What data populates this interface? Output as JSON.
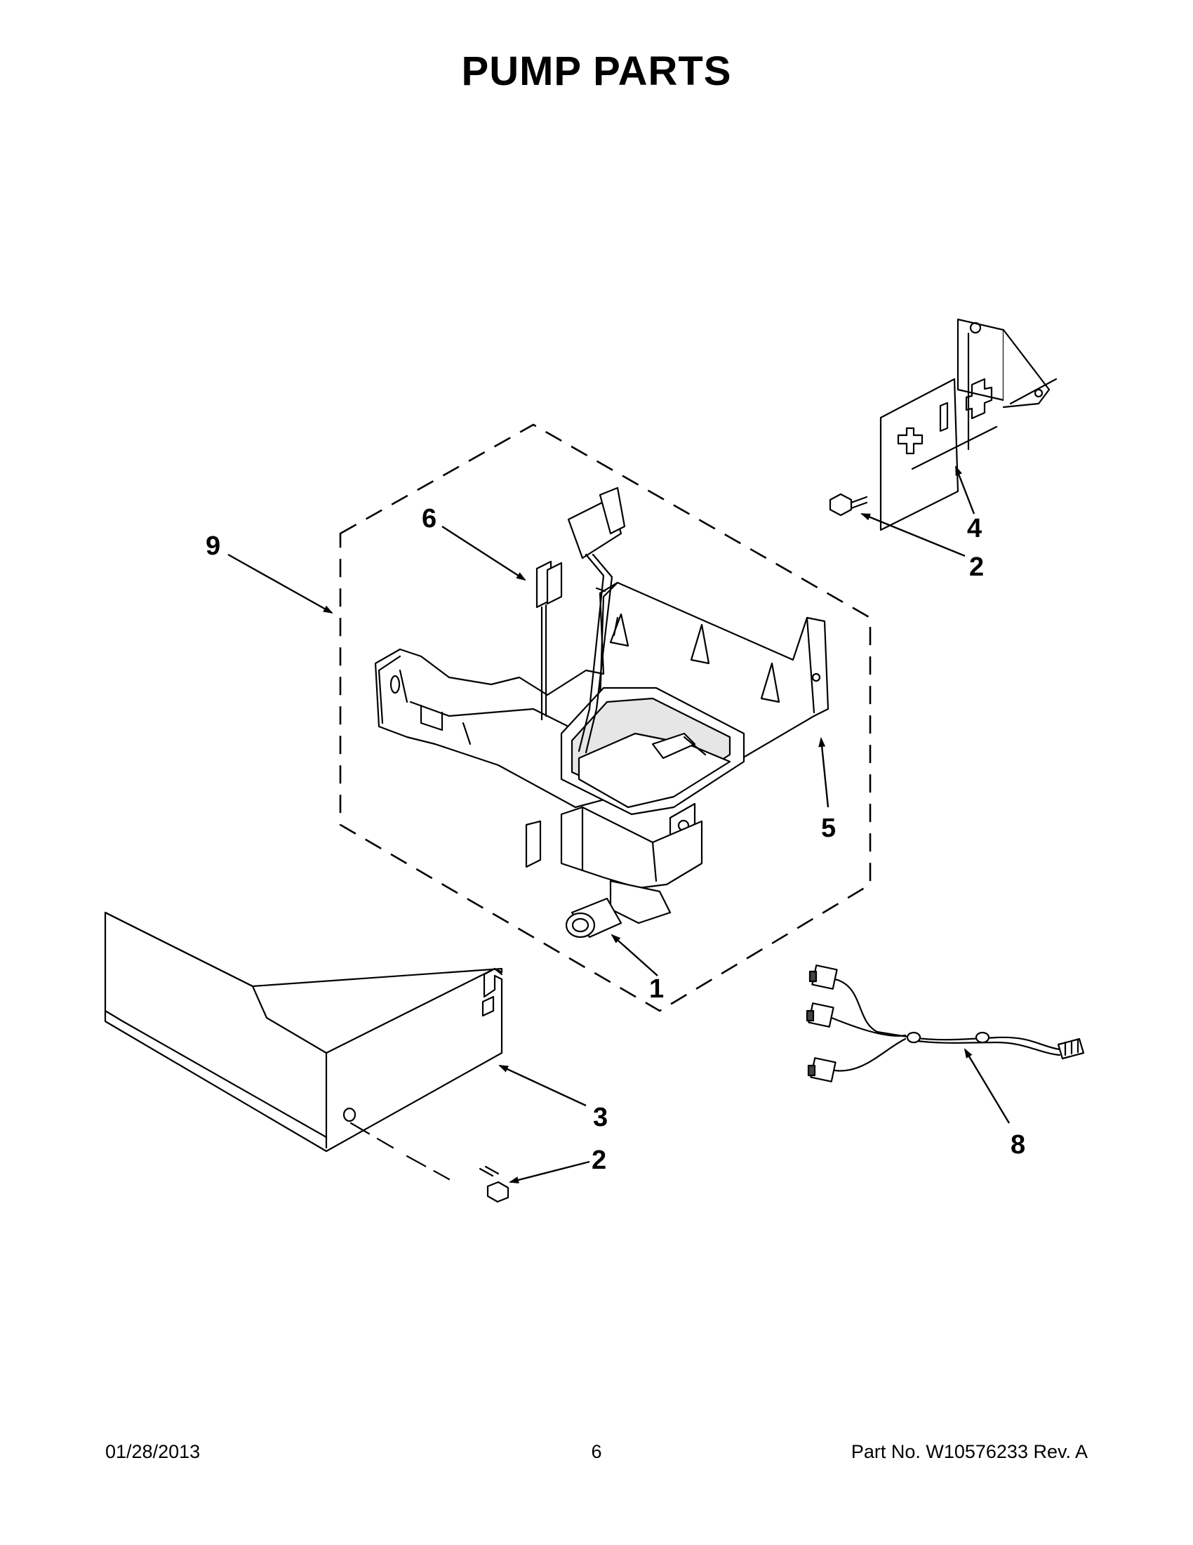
{
  "page": {
    "title": "PUMP  PARTS",
    "footer": {
      "date": "01/28/2013",
      "page_number": "6",
      "part_number": "Part No.  W10576233  Rev.  A"
    }
  },
  "callouts": {
    "item_1": "1",
    "item_2_upper": "2",
    "item_2_lower": "2",
    "item_3": "3",
    "item_4": "4",
    "item_5": "5",
    "item_6": "6",
    "item_8": "8",
    "item_9": "9"
  },
  "parts": [
    {
      "callout": "1",
      "depicts": "pump"
    },
    {
      "callout": "2",
      "depicts": "screw"
    },
    {
      "callout": "3",
      "depicts": "cover"
    },
    {
      "callout": "4",
      "depicts": "bracket"
    },
    {
      "callout": "5",
      "depicts": "pump housing"
    },
    {
      "callout": "6",
      "depicts": "wire harness"
    },
    {
      "callout": "8",
      "depicts": "wire harness"
    },
    {
      "callout": "9",
      "depicts": "pump assembly"
    }
  ]
}
